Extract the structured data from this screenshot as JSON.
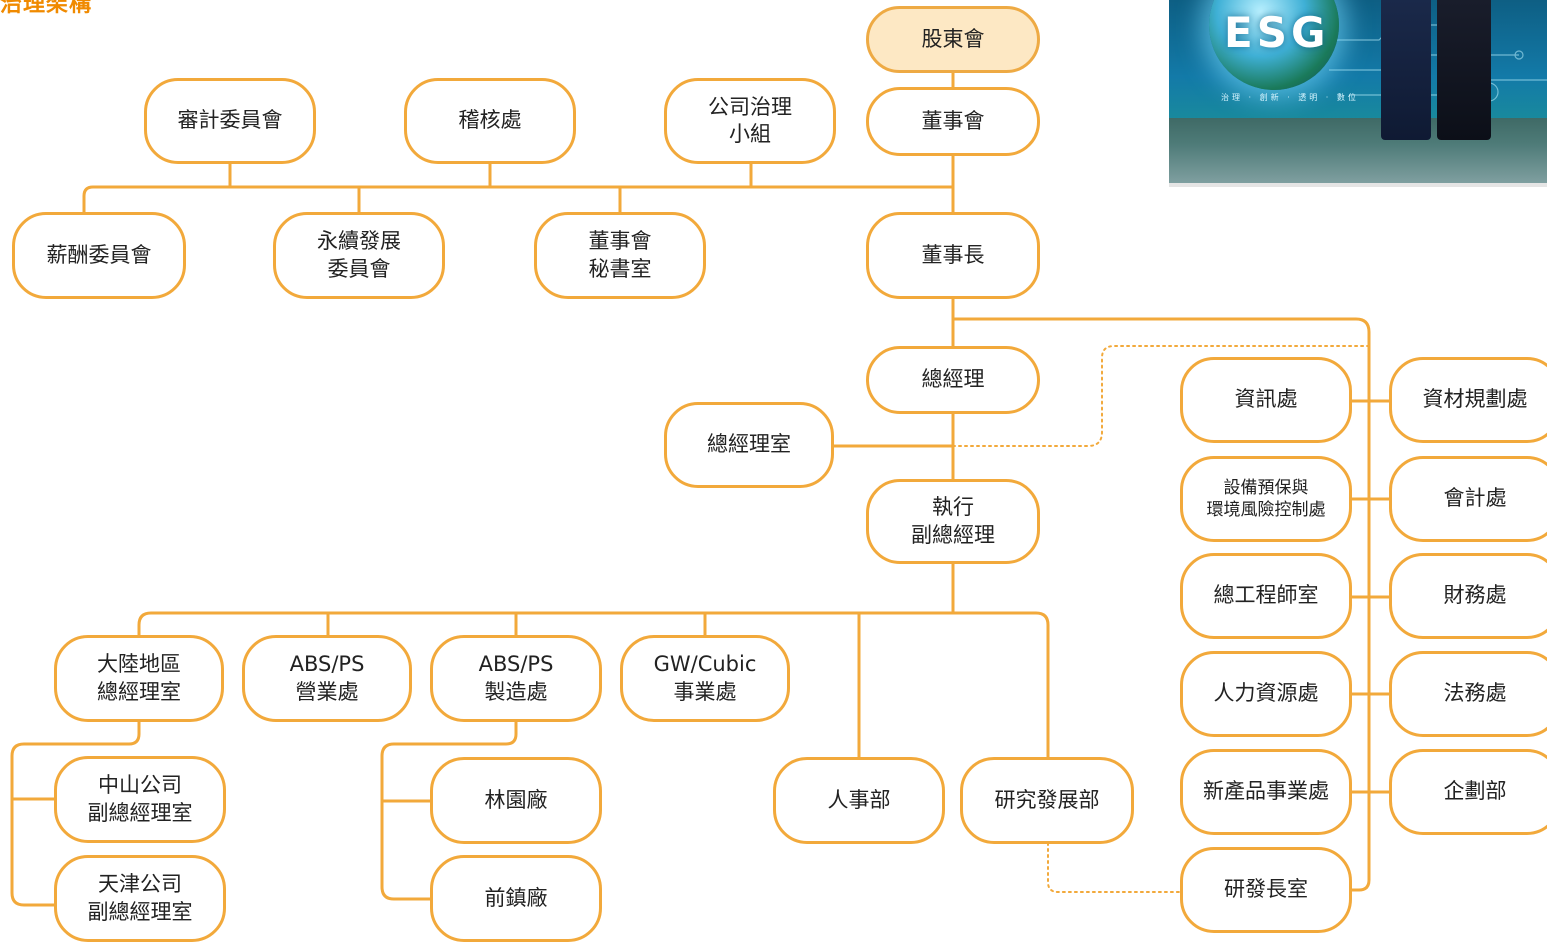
{
  "page": {
    "title": "治理架構"
  },
  "photo": {
    "logo_text": "ESG",
    "caption": "治理 · 創新 · 透明 · 數位"
  },
  "colors": {
    "accent": "#f08a00",
    "line": "#f2a93b",
    "node_border": "#f2a93b",
    "top_fill": "#fde8c4"
  },
  "nodes": {
    "shareholders": [
      "股東會"
    ],
    "board": [
      "董事會"
    ],
    "audit_committee": [
      "審計委員會"
    ],
    "internal_audit": [
      "稽核處"
    ],
    "governance_group": [
      "公司治理",
      "小組"
    ],
    "remuneration_committee": [
      "薪酬委員會"
    ],
    "sustainability_committee": [
      "永續發展",
      "委員會"
    ],
    "board_secretariat": [
      "董事會",
      "秘書室"
    ],
    "chairman": [
      "董事長"
    ],
    "president": [
      "總經理"
    ],
    "president_office": [
      "總經理室"
    ],
    "executive_vp": [
      "執行",
      "副總經理"
    ],
    "china_office": [
      "大陸地區",
      "總經理室"
    ],
    "abs_sales": [
      "ABS/PS",
      "營業處"
    ],
    "abs_manufacturing": [
      "ABS/PS",
      "製造處"
    ],
    "gw_cubic": [
      "GW/Cubic",
      "事業處"
    ],
    "zhongshan": [
      "中山公司",
      "副總經理室"
    ],
    "tianjin": [
      "天津公司",
      "副總經理室"
    ],
    "linyuan": [
      "林園廠"
    ],
    "qianzhen": [
      "前鎮廠"
    ],
    "hr_dept": [
      "人事部"
    ],
    "rnd_dept": [
      "研究發展部"
    ],
    "it": [
      "資訊處"
    ],
    "equipment_risk": [
      "設備預保與",
      "環境風險控制處"
    ],
    "chief_engineer": [
      "總工程師室"
    ],
    "human_resources": [
      "人力資源處"
    ],
    "new_products": [
      "新產品事業處"
    ],
    "cto_office": [
      "研發長室"
    ],
    "materials_planning": [
      "資材規劃處"
    ],
    "accounting": [
      "會計處"
    ],
    "finance": [
      "財務處"
    ],
    "legal": [
      "法務處"
    ],
    "planning": [
      "企劃部"
    ]
  }
}
